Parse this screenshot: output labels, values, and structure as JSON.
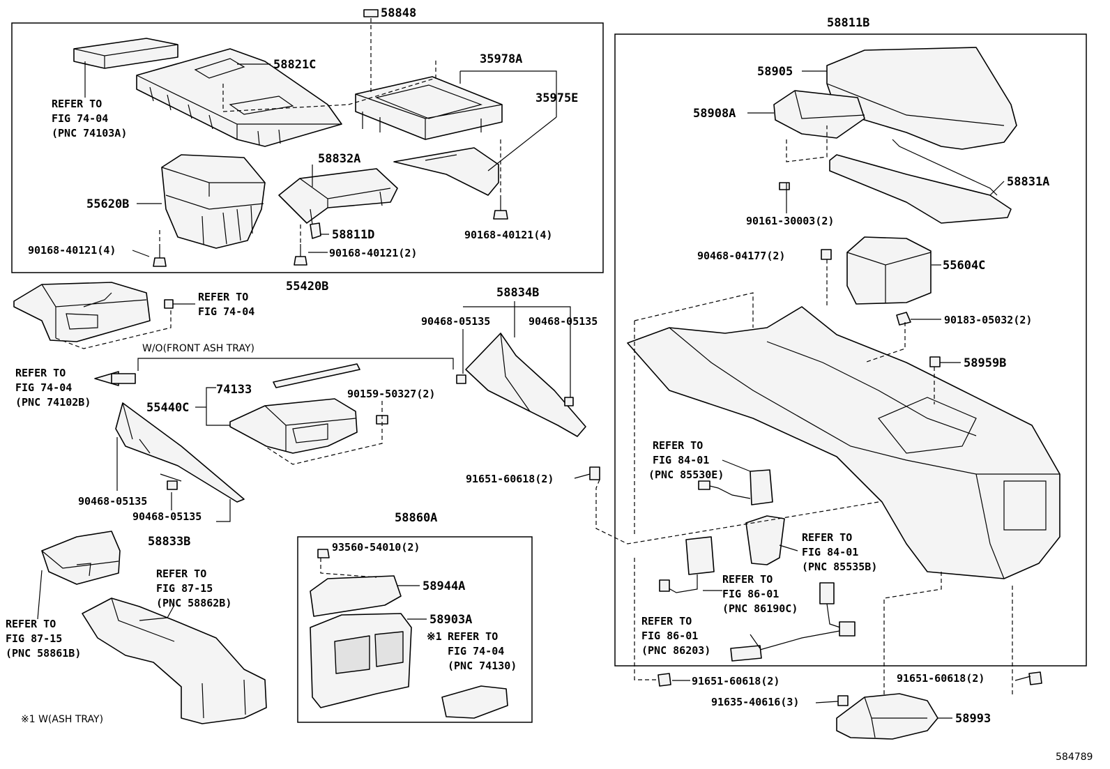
{
  "diagram": {
    "figure_code": "584789",
    "part_numbers": {
      "p58848": "58848",
      "p58821C": "58821C",
      "p35978A": "35978A",
      "p35975E": "35975E",
      "p58832A": "58832A",
      "p55620B": "55620B",
      "p58811D": "58811D",
      "p90168_4a": "90168-40121(4)",
      "p90168_4b": "90168-40121(4)",
      "p90168_2": "90168-40121(2)",
      "p55420B": "55420B",
      "p58834B": "58834B",
      "p90468_05135a": "90468-05135",
      "p90468_05135b": "90468-05135",
      "p90468_05135c": "90468-05135",
      "p90468_05135d": "90468-05135",
      "p74133": "74133",
      "p55440C": "55440C",
      "p90159": "90159-50327(2)",
      "p58833B": "58833B",
      "p91651a": "91651-60618(2)",
      "p91651b": "91651-60618(2)",
      "p91651c": "91651-60618(2)",
      "p58860A": "58860A",
      "p93560": "93560-54010(2)",
      "p58944A": "58944A",
      "p58903A": "58903A",
      "p58811B": "58811B",
      "p58905": "58905",
      "p58908A": "58908A",
      "p58831A": "58831A",
      "p90161": "90161-30003(2)",
      "p90468_04177": "90468-04177(2)",
      "p55604C": "55604C",
      "p90183": "90183-05032(2)",
      "p58959B": "58959B",
      "p91635": "91635-40616(3)",
      "p58993": "58993"
    },
    "references": {
      "r1": [
        "REFER TO",
        "FIG 74-04",
        "(PNC 74103A)"
      ],
      "r2": [
        "REFER TO",
        "FIG 74-04"
      ],
      "r3": [
        "REFER TO",
        "FIG 74-04",
        "(PNC 74102B)"
      ],
      "r4": [
        "REFER TO",
        "FIG 87-15",
        "(PNC 58862B)"
      ],
      "r5": [
        "REFER TO",
        "FIG 87-15",
        "(PNC 58861B)"
      ],
      "r6": [
        "REFER TO",
        "FIG 74-04",
        "(PNC 74130)"
      ],
      "r7": [
        "REFER TO",
        "FIG 84-01",
        "(PNC 85530E)"
      ],
      "r8": [
        "REFER TO",
        "FIG 84-01",
        "(PNC 85535B)"
      ],
      "r9": [
        "REFER TO",
        "FIG 86-01",
        "(PNC 86190C)"
      ],
      "r10": [
        "REFER TO",
        "FIG 86-01",
        "(PNC 86203)"
      ]
    },
    "captions": {
      "wo_front_ash_tray": "W/O(FRONT ASH TRAY)",
      "note_marker": "※1",
      "note_w_ash_tray": "※1 W(ASH TRAY)"
    }
  }
}
